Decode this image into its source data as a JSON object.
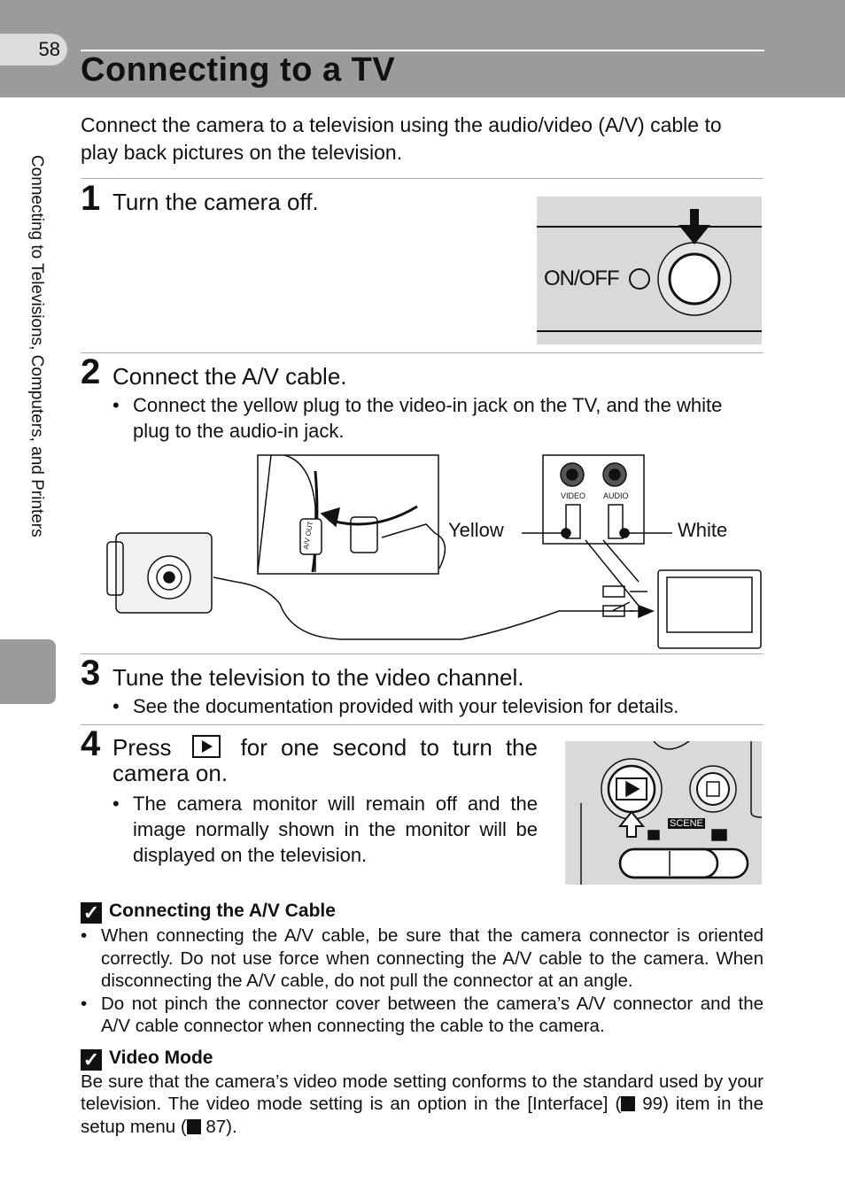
{
  "page_number": "58",
  "title": "Connecting to a TV",
  "side_label": "Connecting to Televisions, Computers, and Printers",
  "intro": "Connect the camera to a television using the audio/video (A/V) cable to play back pictures on the television.",
  "steps": [
    {
      "num": "1",
      "heading": "Turn the camera off.",
      "figure": {
        "label": "ON/OFF"
      }
    },
    {
      "num": "2",
      "heading": "Connect the A/V cable.",
      "bullet": "Connect the yellow plug to the video-in jack on the TV, and the white plug to the audio-in jack.",
      "figure": {
        "yellow": "Yellow",
        "white": "White",
        "video": "VIDEO",
        "audio": "AUDIO",
        "cam_label": "A/V OUT"
      }
    },
    {
      "num": "3",
      "heading": "Tune the television to the video channel.",
      "bullet": "See the documentation provided with your television for details."
    },
    {
      "num": "4",
      "heading_pre": "Press",
      "heading_post": "for one second to turn the camera on.",
      "bullet": "The camera monitor will remain off and the image normally shown in the monitor will be displayed on the television.",
      "figure": {
        "scene": "SCENE"
      }
    }
  ],
  "notes": [
    {
      "heading": "Connecting the A/V Cable",
      "bullets": [
        "When connecting the A/V cable, be sure that the camera connector is oriented correctly. Do not use force when connecting the A/V cable to the camera. When disconnecting the A/V cable, do not pull the connector at an angle.",
        "Do not pinch the connector cover between the camera’s A/V connector and the A/V cable connector when connecting the cable to the camera."
      ]
    },
    {
      "heading": "Video Mode",
      "text_1": "Be sure that the camera’s video mode setting conforms to the standard used by your television. The video mode setting is an option in the [Interface] (",
      "ref_1": "99",
      "text_2": ") item in the setup menu (",
      "ref_2": "87",
      "text_3": ")."
    }
  ],
  "colors": {
    "band": "#9b9b9b",
    "tab": "#dcdcdc"
  }
}
